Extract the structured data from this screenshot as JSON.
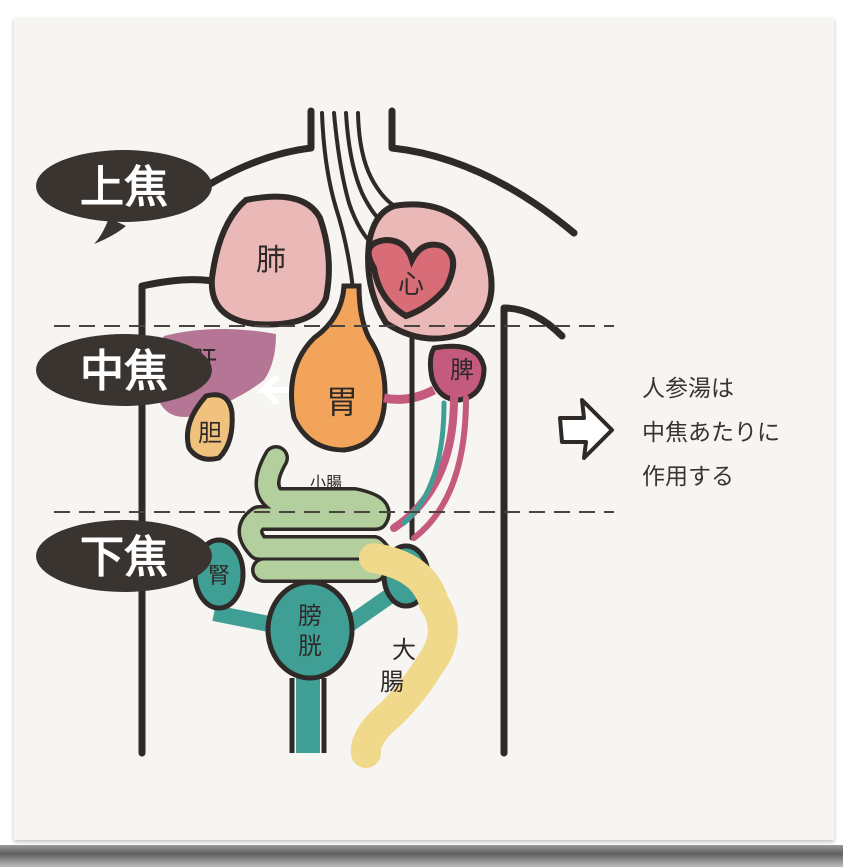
{
  "zones": {
    "upper": "上焦",
    "middle": "中焦",
    "lower": "下焦"
  },
  "organs": {
    "lung": "肺",
    "heart": "心",
    "liver": "肝",
    "gallbladder": "胆",
    "stomach": "胃",
    "spleen": "脾",
    "small_intestine": "小腸",
    "kidney": "腎",
    "bladder_line1": "膀",
    "bladder_line2": "胱",
    "large_intestine_line1": "大",
    "large_intestine_line2": "腸"
  },
  "note": {
    "line1": "人参湯は",
    "line2": "中焦あたりに",
    "line3": "作用する"
  },
  "colors": {
    "background": "#f6f5f1",
    "ink": "#2f2a28",
    "lung": "#e9b8b7",
    "heart": "#d86d78",
    "liver": "#b57595",
    "gallbladder": "#f0c27e",
    "stomach": "#f2a55a",
    "spleen": "#c45a7e",
    "small_intestine": "#b3cf9d",
    "kidney_bladder": "#3f9f95",
    "large_intestine": "#f0d98a"
  }
}
